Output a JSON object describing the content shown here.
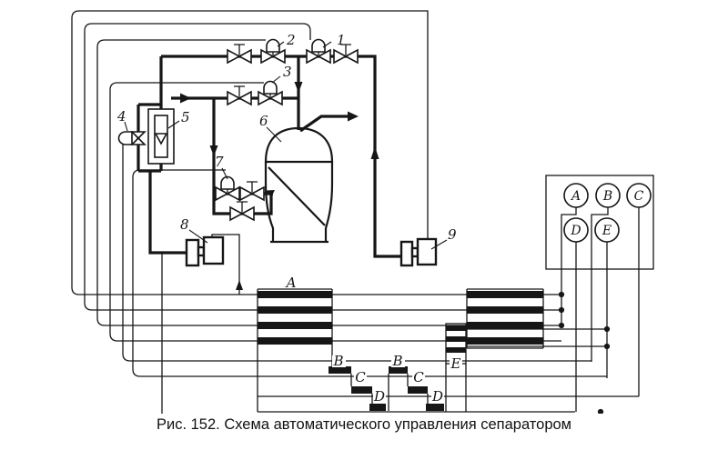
{
  "colors": {
    "ink": "#161616",
    "paper": "#ffffff"
  },
  "caption": "Рис. 152. Схема автоматического управления сепаратором",
  "labels": {
    "valve_1": "1",
    "valve_2": "2",
    "valve_3": "3",
    "valve_4": "4",
    "rotameter_5": "5",
    "separator_6": "6",
    "valve_7": "7",
    "drive_8": "8",
    "drive_9": "9"
  },
  "panel": {
    "relay_a": "A",
    "relay_b": "B",
    "relay_c": "C",
    "relay_d": "D",
    "relay_e": "E"
  },
  "chart": {
    "cam_a": "A",
    "cam_b1": "B",
    "cam_b2": "B",
    "cam_c1": "C",
    "cam_c2": "C",
    "cam_d1": "D",
    "cam_d2": "D",
    "cam_e": "E"
  }
}
